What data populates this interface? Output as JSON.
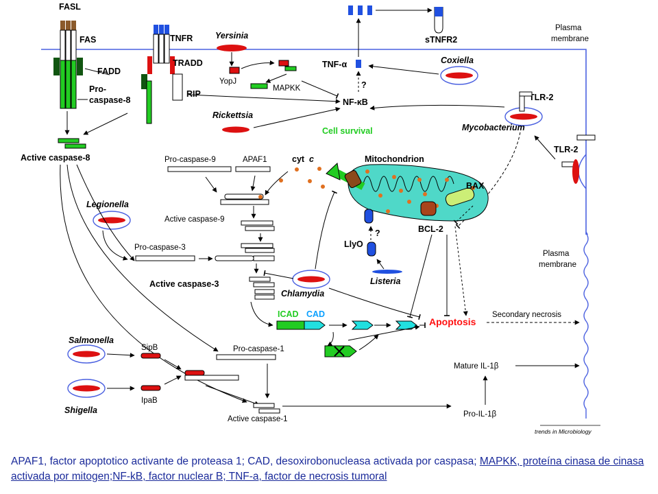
{
  "labels": {
    "fasl": "FASL",
    "fas": "FAS",
    "tnfr": "TNFR",
    "tradd": "TRADD",
    "fadd": "FADD",
    "rip": "RIP",
    "procasp8_1": "Pro-",
    "procasp8_2": "caspase-8",
    "active_casp8": "Active caspase-8",
    "yersinia": "Yersinia",
    "yopj": "YopJ",
    "mapkk": "MAPKK",
    "tnfa": "TNF-α",
    "stnfr2": "sTNFR2",
    "plasma1_1": "Plasma",
    "plasma1_2": "membrane",
    "coxiella": "Coxiella",
    "q1": "?",
    "nfkb": "NF-κB",
    "rickettsia": "Rickettsia",
    "cell_survival": "Cell survival",
    "tlr2_a": "TLR-2",
    "mycobacterium": "Mycobacterium",
    "tlr2_b": "TLR-2",
    "procasp9": "Pro-caspase-9",
    "apaf1": "APAF1",
    "cytc": "cyt",
    "cytc_c": "c",
    "mito": "Mitochondrion",
    "bax": "BAX",
    "bcl2": "BCL-2",
    "q2": "?",
    "llyo": "LlyO",
    "listeria": "Listeria",
    "legionella": "Legionella",
    "active_casp9": "Active caspase-9",
    "procasp3": "Pro-caspase-3",
    "active_casp3": "Active caspase-3",
    "chlamydia": "Chlamydia",
    "icad": "ICAD",
    "cad": "CAD",
    "apoptosis": "Apoptosis",
    "secondary_necrosis": "Secondary necrosis",
    "plasma2_1": "Plasma",
    "plasma2_2": "membrane",
    "salmonella": "Salmonella",
    "sipb": "SipB",
    "procasp1": "Pro-caspase-1",
    "shigella": "Shigella",
    "ipab": "IpaB",
    "active_casp1": "Active caspase-1",
    "mature_il1b": "Mature IL-1β",
    "pro_il1b": "Pro-IL-1β",
    "credit": "trends in Microbiology"
  },
  "caption": {
    "part1": "APAF1, factor apoptotico activante de proteasa 1; CAD, desoxirobonucleasa activada por caspasa; ",
    "part2": "MAPKK, proteína cinasa de cinasa activada por mitogen;NF-kB, factor nuclear B; TNF-a, factor de necrosis tumoral"
  },
  "colors": {
    "membrane": "#4a60e0",
    "receptor_green": "#22cc22",
    "bacterium_red": "#dd1111",
    "tnf_blue": "#2050e0",
    "mito_fill": "#4fd8c8",
    "apoptosis": "#ff1111",
    "cyan": "#22e0e0"
  }
}
